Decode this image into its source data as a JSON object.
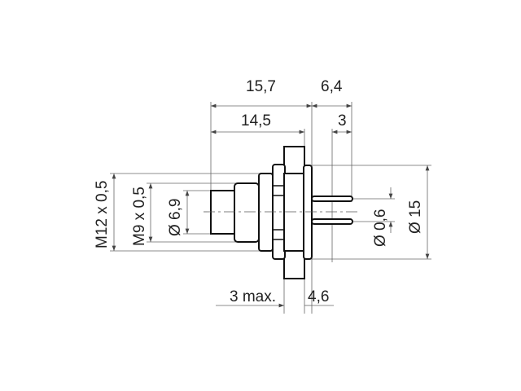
{
  "drawing": {
    "dimensions": {
      "overall_length": "15,7",
      "rear_length": "6,4",
      "front_length": "14,5",
      "pin_length": "3",
      "outer_thread": "M12 x 0,5",
      "inner_thread": "M9 x 0,5",
      "front_diameter": "Ø 6,9",
      "pin_diameter": "Ø 0,6",
      "flange_diameter": "Ø 15",
      "panel_thickness_max": "3 max.",
      "rear_offset": "4,6"
    },
    "colors": {
      "line": "#111111",
      "dimension_line": "#666666"
    }
  }
}
